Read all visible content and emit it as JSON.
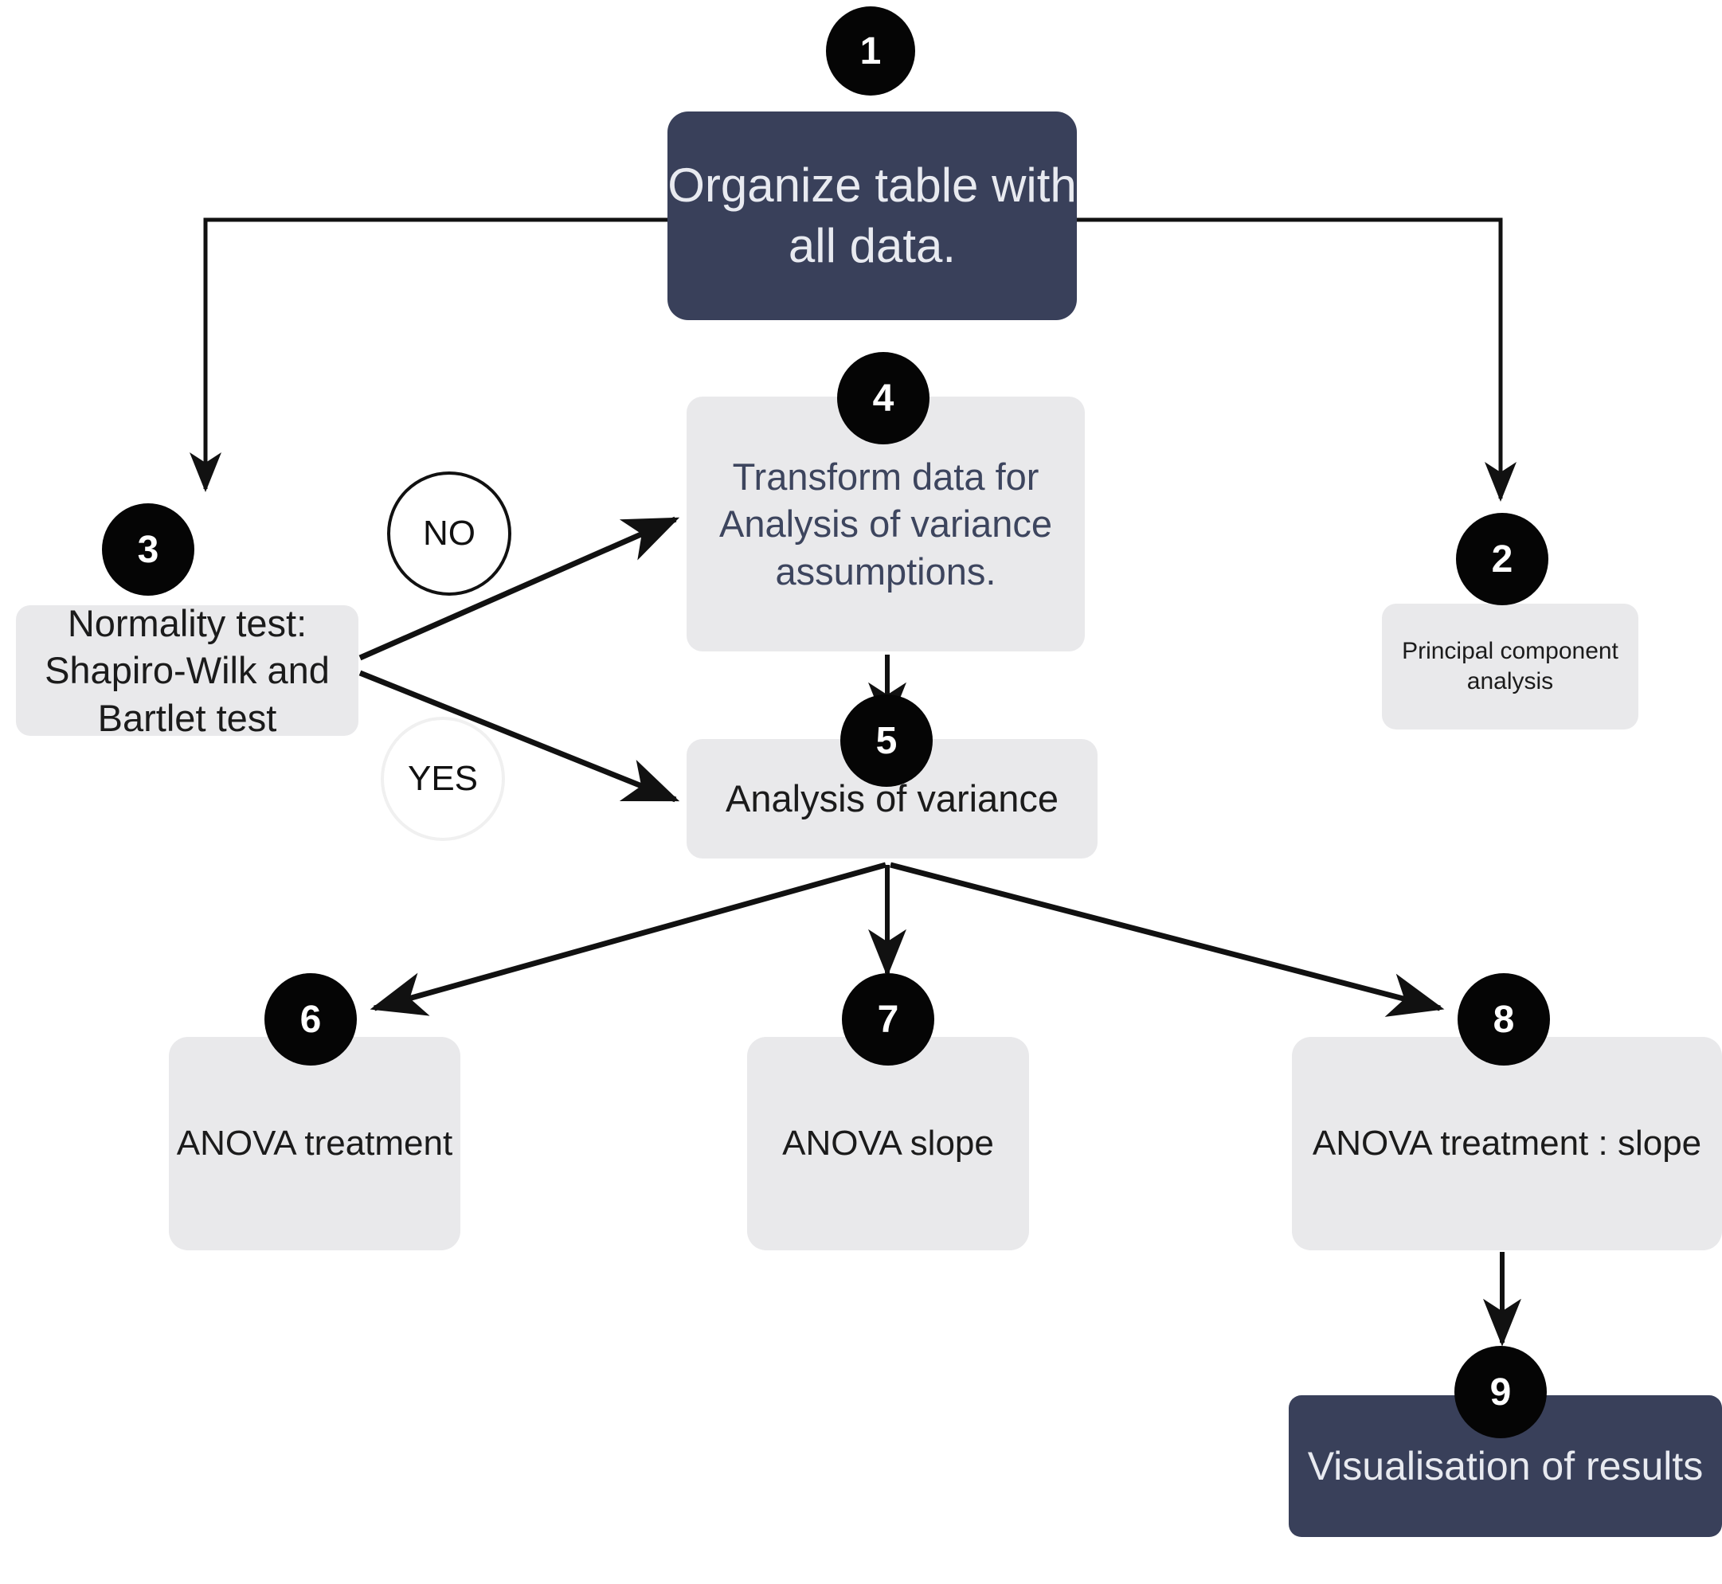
{
  "diagram": {
    "title": "Statistical analysis workflow flowchart",
    "background_color": "#ffffff",
    "colors": {
      "dark_node_fill": "#39405a",
      "dark_node_text": "#e8eaf0",
      "light_node_fill": "#e9e9eb",
      "light_node_text": "#1b1b1b",
      "badge_fill": "#050505",
      "badge_text": "#ffffff",
      "edge_stroke": "#111111"
    },
    "nodes": [
      {
        "id": 1,
        "badge": "1",
        "label": "Organize table with all data.",
        "style": "dark"
      },
      {
        "id": 2,
        "badge": "2",
        "label": "Principal component analysis",
        "style": "light"
      },
      {
        "id": 3,
        "badge": "3",
        "label": "Normality test: Shapiro-Wilk and Bartlet test",
        "style": "light"
      },
      {
        "id": 4,
        "badge": "4",
        "label": "Transform data for Analysis of variance assumptions.",
        "style": "light"
      },
      {
        "id": 5,
        "badge": "5",
        "label": "Analysis of variance",
        "style": "light"
      },
      {
        "id": 6,
        "badge": "6",
        "label": "ANOVA treatment",
        "style": "light"
      },
      {
        "id": 7,
        "badge": "7",
        "label": "ANOVA slope",
        "style": "light"
      },
      {
        "id": 8,
        "badge": "8",
        "label": "ANOVA treatment : slope",
        "style": "light"
      },
      {
        "id": 9,
        "badge": "9",
        "label": "Visualisation of results",
        "style": "dark"
      }
    ],
    "decision_labels": [
      {
        "id": "no",
        "label": "NO"
      },
      {
        "id": "yes",
        "label": "YES"
      }
    ],
    "edges": [
      {
        "from": 1,
        "to": 3,
        "label": ""
      },
      {
        "from": 1,
        "to": 2,
        "label": ""
      },
      {
        "from": 3,
        "to": 4,
        "label": "NO"
      },
      {
        "from": 3,
        "to": 5,
        "label": "YES"
      },
      {
        "from": 4,
        "to": 5,
        "label": ""
      },
      {
        "from": 5,
        "to": 6,
        "label": ""
      },
      {
        "from": 5,
        "to": 7,
        "label": ""
      },
      {
        "from": 5,
        "to": 8,
        "label": ""
      },
      {
        "from": 8,
        "to": 9,
        "label": ""
      }
    ]
  }
}
